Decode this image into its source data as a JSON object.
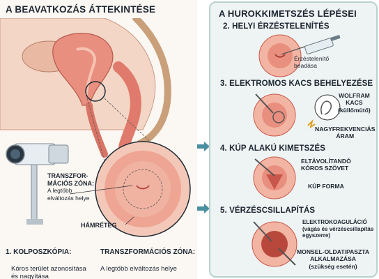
{
  "left_panel": {
    "title": "A BEAVATKOZÁS ÁTTEKINTÉSE",
    "labels": {
      "transformation_zone": "TRANSZFOR-\nMÁCIÓS ZÓNA:",
      "transformation_zone_sub": "A legtöbb\nelváltozás helye",
      "epithelium": "HÁMRÉTEG"
    },
    "colposcopy": {
      "title": "1. KOLPOSZKÓPIA:",
      "text": "Kóros terület azonosítása\nés nagyítása"
    },
    "transformation_zone_block": {
      "title": "TRANSZFORMÁCIÓS ZÓNA:",
      "text": "A legtöbb elváltozás helye"
    }
  },
  "right_panel": {
    "title": "A HUROKKIMETSZÉS LÉPÉSEI",
    "steps": [
      {
        "title": "2. HELYI ÉRZÉSTELENÍTÉS",
        "labels": [
          "Érzéstelenítő\nbeadása"
        ]
      },
      {
        "title": "3. ELEKTROMOS KACS BEHELYEZÉSE",
        "labels": [
          "WOLFRAM\nKACS\n(küllőmütő)",
          "NAGYFREKVENCIÁS\nÁRAM"
        ]
      },
      {
        "title": "4. KÚP ALAKÚ KIMETSZÉS",
        "labels": [
          "ELTÁVOLÍTANDÓ\nKÓROS SZÖVET",
          "KÚP FORMA"
        ]
      },
      {
        "title": "5. VÉRZÉSCSILLAPÍTÁS",
        "labels": [
          "ELEKTROKOAGULÁCIÓ\n(vágás és vérzéscsillapítás\negyszerre)",
          "MONSEL-OLDAT/PASZTA\nALKALMAZÁSA\n(szükség esetén)"
        ]
      }
    ]
  },
  "colors": {
    "tissue": "#e98f7f",
    "tissue_dark": "#c9564a",
    "tissue_light": "#f6c3b3",
    "panel_border": "#b9d2cf",
    "arrow": "#4a8fa0"
  }
}
